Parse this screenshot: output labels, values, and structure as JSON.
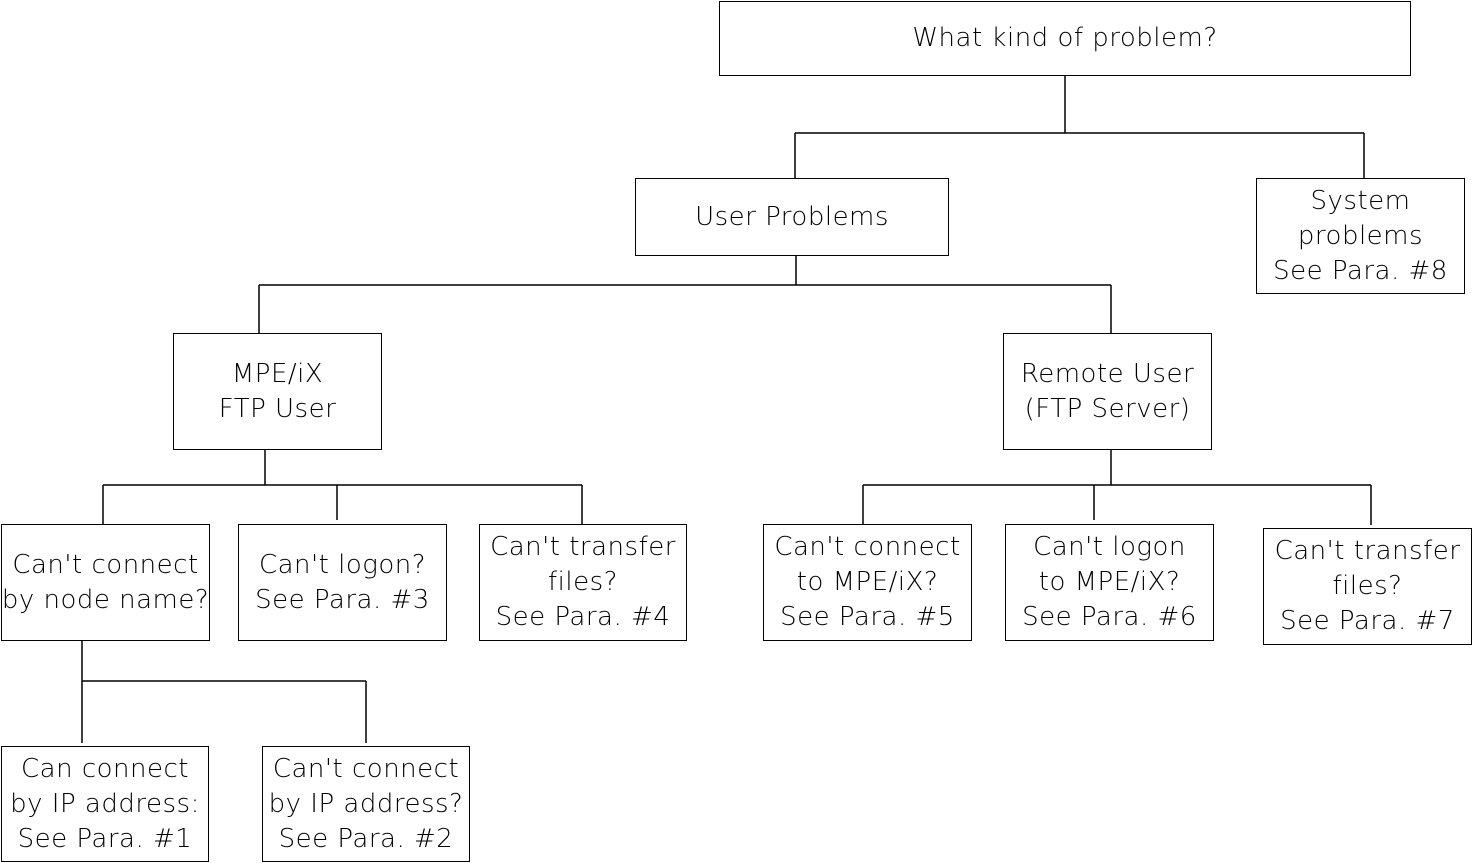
{
  "diagram": {
    "root": {
      "lines": [
        "What kind of problem?"
      ]
    },
    "user_problems": {
      "lines": [
        "User Problems"
      ]
    },
    "system_problems": {
      "lines": [
        "System",
        "problems",
        "See Para. #8"
      ]
    },
    "mpe_ftp_user": {
      "lines": [
        "MPE/iX",
        "FTP User"
      ]
    },
    "remote_user": {
      "lines": [
        "Remote User",
        "(FTP Server)"
      ]
    },
    "cant_connect_node": {
      "lines": [
        "Can't connect",
        "by node name?"
      ]
    },
    "cant_logon": {
      "lines": [
        "Can't logon?",
        "See Para. #3"
      ]
    },
    "cant_transfer_local": {
      "lines": [
        "Can't transfer",
        "files?",
        "See Para. #4"
      ]
    },
    "cant_connect_mpe": {
      "lines": [
        "Can't connect",
        "to MPE/iX?",
        "See Para. #5"
      ]
    },
    "cant_logon_mpe": {
      "lines": [
        "Can't logon",
        "to MPE/iX?",
        "See Para. #6"
      ]
    },
    "cant_transfer_remote": {
      "lines": [
        "Can't transfer",
        "files?",
        "See Para. #7"
      ]
    },
    "can_connect_ip": {
      "lines": [
        "Can connect",
        "by IP address:",
        "See Para. #1"
      ]
    },
    "cant_connect_ip": {
      "lines": [
        "Can't connect",
        "by IP address?",
        "See Para. #2"
      ]
    }
  }
}
